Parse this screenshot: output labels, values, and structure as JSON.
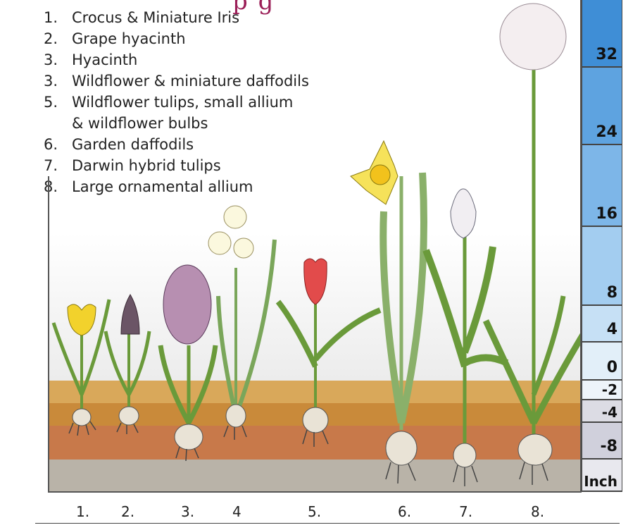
{
  "title_fragment": "p       g",
  "legend": [
    {
      "num": "1.",
      "text": "Crocus & Miniature Iris"
    },
    {
      "num": "2.",
      "text": "Grape hyacinth"
    },
    {
      "num": "3.",
      "text": "Hyacinth"
    },
    {
      "num": "3.",
      "text": "Wildflower & miniature daffodils"
    },
    {
      "num": "5.",
      "text": "Wildflower tulips, small allium"
    },
    {
      "num": "",
      "text": "& wildflower bulbs"
    },
    {
      "num": "6.",
      "text": "Garden daffodils"
    },
    {
      "num": "7.",
      "text": "Darwin hybrid tulips"
    },
    {
      "num": "8.",
      "text": "Large ornamental allium"
    }
  ],
  "ruler": {
    "unit": "Inch",
    "labels": [
      "32",
      "24",
      "16",
      "8",
      "4",
      "0",
      "-2",
      "-4",
      "-8"
    ]
  },
  "plant_numbers": [
    "1.",
    "2.",
    "3.",
    "4",
    "5.",
    "6.",
    "7.",
    "8."
  ],
  "colors": {
    "title": "#9b1f58",
    "ruler_top": "#3f8ed6",
    "ruler_bottom": "#d7e9f7",
    "soil_light": "#d9a85a",
    "soil_mid": "#c98a3a",
    "soil_red": "#c8794a",
    "soil_gray": "#b9b3a8"
  }
}
